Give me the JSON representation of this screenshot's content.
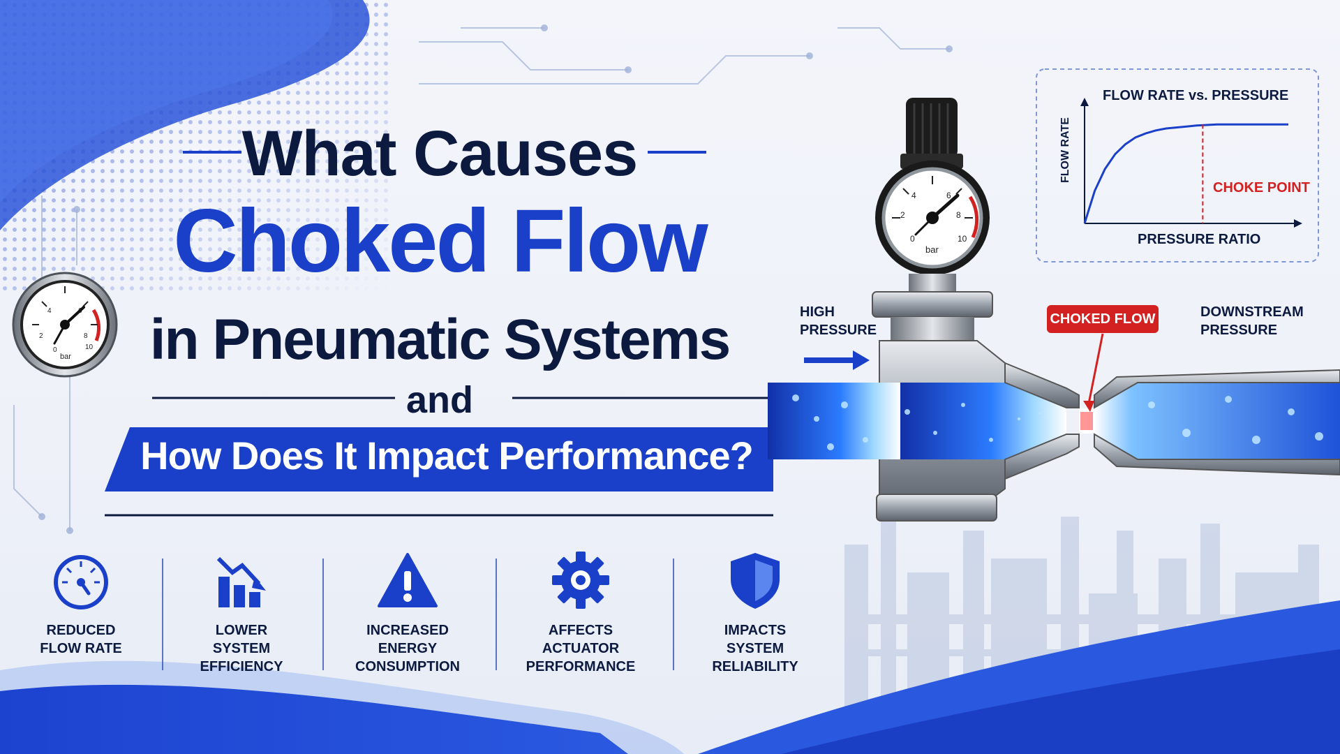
{
  "headline": {
    "line1": "What Causes",
    "line2": "Choked Flow",
    "line3": "in Pneumatic Systems",
    "connector": "and",
    "banner": "How Does It Impact Performance?"
  },
  "gauge": {
    "ticks": [
      "0",
      "2",
      "4",
      "6",
      "8",
      "10"
    ],
    "unit": "bar"
  },
  "pipe_labels": {
    "upstream_line1": "HIGH",
    "upstream_line2": "PRESSURE",
    "restriction": "CHOKED FLOW",
    "downstream_line1": "DOWNSTREAM",
    "downstream_line2": "PRESSURE"
  },
  "chart_data": {
    "type": "line",
    "title": "FLOW RATE vs. PRESSURE",
    "xlabel": "PRESSURE RATIO",
    "ylabel": "FLOW RATE",
    "annotation": "CHOKE POINT",
    "annotation_x": 0.58,
    "x": [
      0,
      0.05,
      0.1,
      0.15,
      0.2,
      0.25,
      0.3,
      0.35,
      0.4,
      0.45,
      0.5,
      0.55,
      0.6,
      0.65,
      0.7,
      0.75,
      0.8,
      0.85,
      0.9,
      0.95,
      1.0
    ],
    "values": [
      0.0,
      0.33,
      0.55,
      0.7,
      0.8,
      0.87,
      0.91,
      0.94,
      0.96,
      0.97,
      0.98,
      0.99,
      0.995,
      1.0,
      1.0,
      1.0,
      1.0,
      1.0,
      1.0,
      1.0,
      1.0
    ],
    "xlim": [
      0,
      1
    ],
    "ylim": [
      0,
      1.2
    ],
    "grid": false,
    "series_color": "#1a3fc8",
    "annotation_color": "#d32020"
  },
  "features": [
    {
      "icon": "speedometer-icon",
      "line1": "REDUCED",
      "line2": "FLOW RATE",
      "line3": ""
    },
    {
      "icon": "declining-bar-chart-icon",
      "line1": "LOWER",
      "line2": "SYSTEM",
      "line3": "EFFICIENCY"
    },
    {
      "icon": "warning-triangle-icon",
      "line1": "INCREASED",
      "line2": "ENERGY",
      "line3": "CONSUMPTION"
    },
    {
      "icon": "gear-icon",
      "line1": "AFFECTS",
      "line2": "ACTUATOR",
      "line3": "PERFORMANCE"
    },
    {
      "icon": "shield-icon",
      "line1": "IMPACTS",
      "line2": "SYSTEM",
      "line3": "RELIABILITY"
    }
  ],
  "colors": {
    "primary_blue": "#1a3fc8",
    "navy": "#0d1a40",
    "alert_red": "#d32020",
    "background": "#f1f3f9"
  }
}
